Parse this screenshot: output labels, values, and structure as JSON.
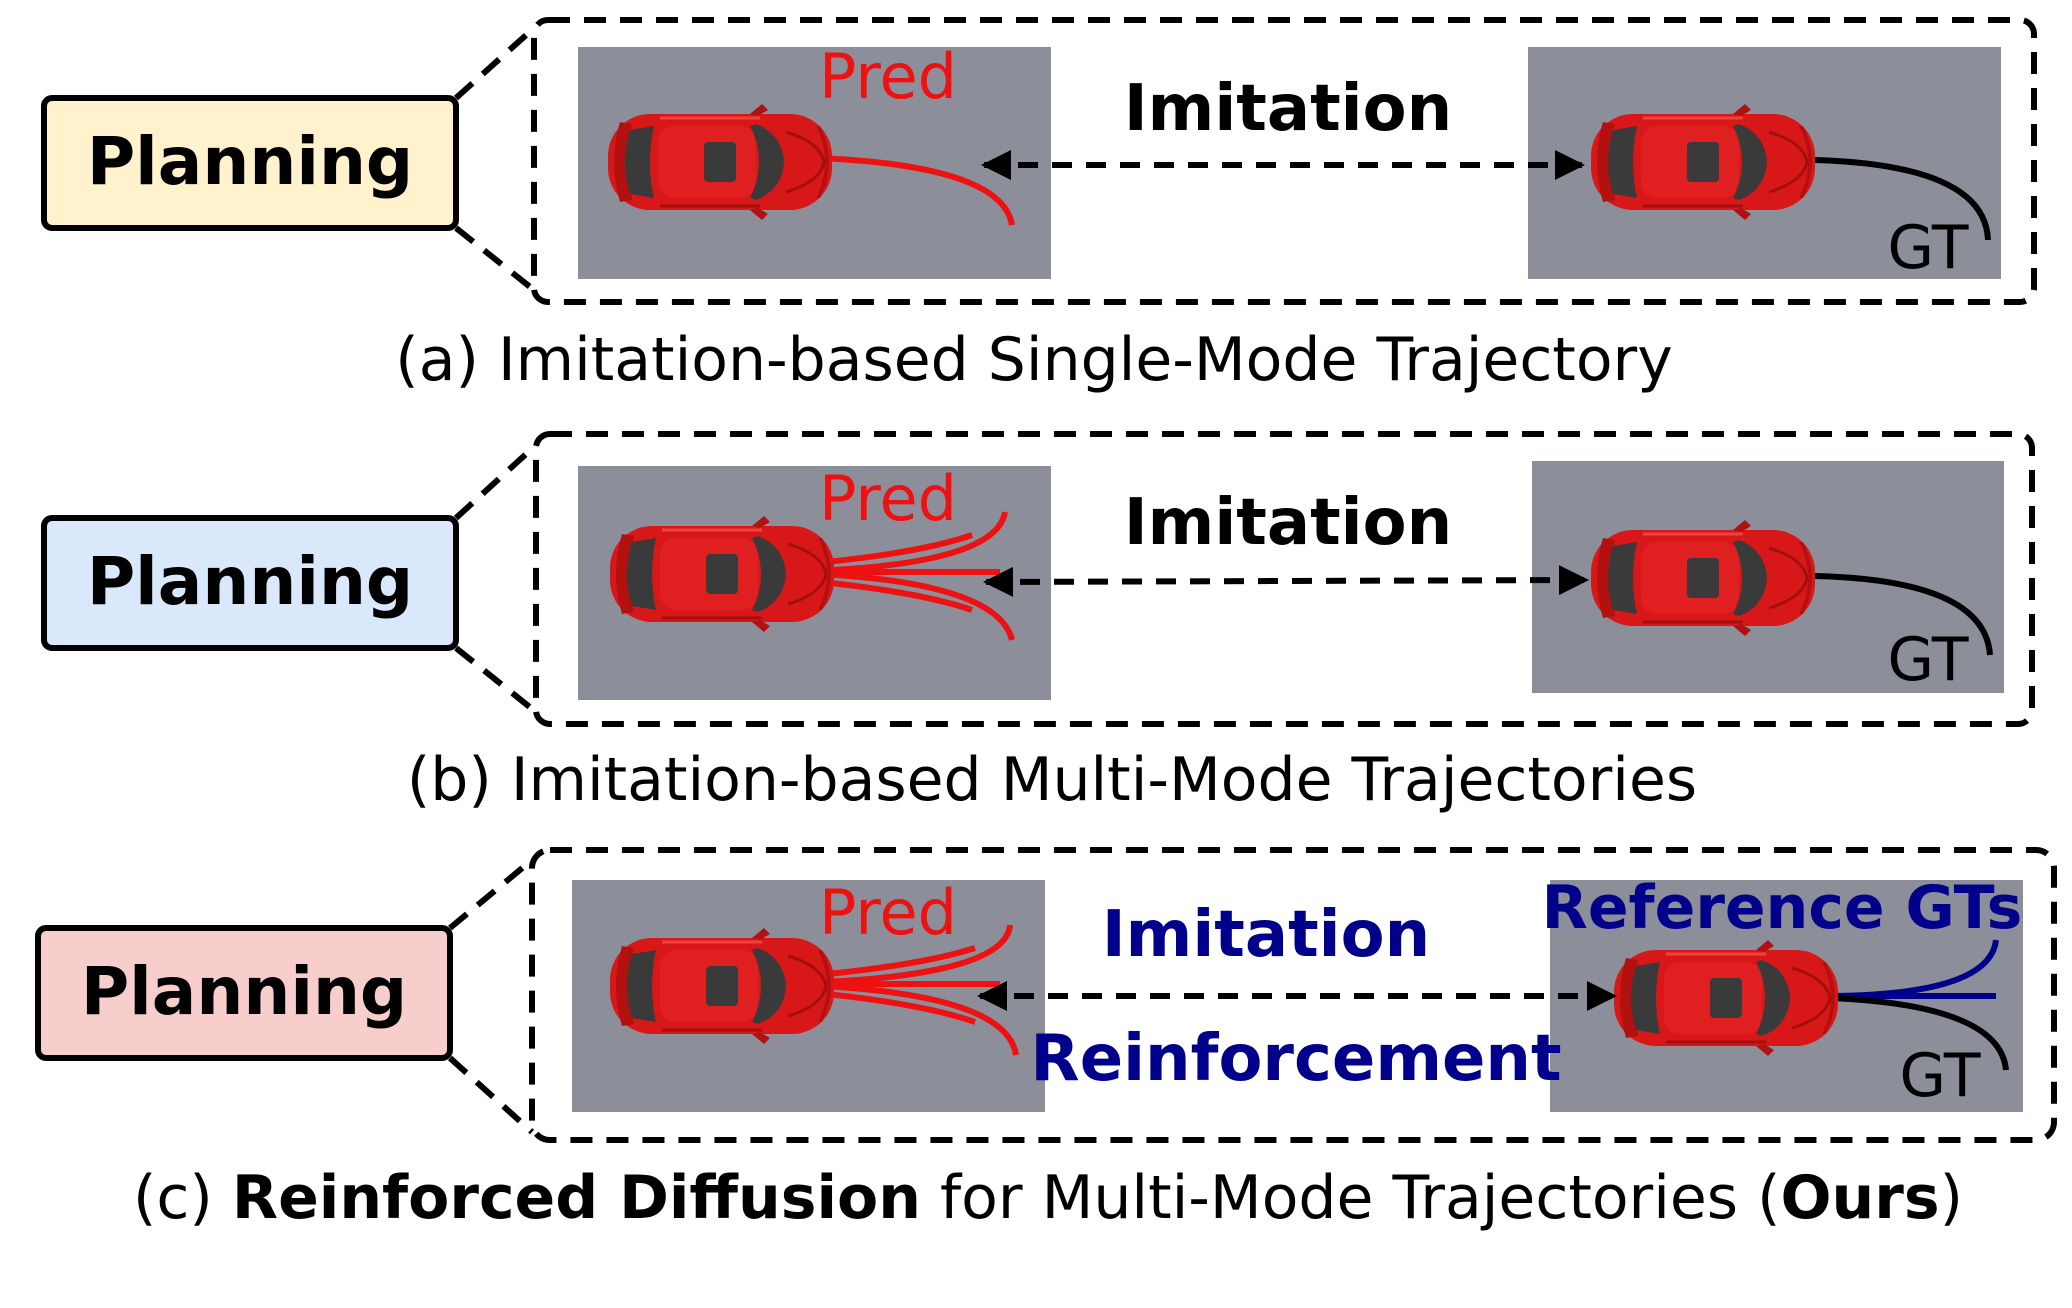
{
  "colors": {
    "beige": "#FFF2CC",
    "light_blue": "#DAE8FC",
    "light_red": "#F8CECC",
    "road": "#8C8F99",
    "pred": "#EE1111",
    "gt": "#000000",
    "reference": "#00008B",
    "car_red": "#E01515",
    "car_glass": "#3A3A3A"
  },
  "rows": [
    {
      "box_label": "Planning",
      "box_color": "#FFF2CC",
      "pred_label": "Pred",
      "arrow_label": "Imitation",
      "gt_label": "GT",
      "caption_prefix": "(a) ",
      "caption_text": "Imitation-based Single-Mode Trajectory"
    },
    {
      "box_label": "Planning",
      "box_color": "#DAE8FC",
      "pred_label": "Pred",
      "arrow_label": "Imitation",
      "gt_label": "GT",
      "caption_prefix": "(b) ",
      "caption_text": "Imitation-based Multi-Mode Trajectories"
    },
    {
      "box_label": "Planning",
      "box_color": "#F8CECC",
      "pred_label": "Pred",
      "arrow_label": "Imitation",
      "arrow_label_2": "Reinforcement",
      "gt_label": "GT",
      "ref_label": "Reference GTs",
      "caption_prefix": "(c) ",
      "caption_bold_1": "Reinforced Diffusion",
      "caption_mid": " for Multi-Mode Trajectories (",
      "caption_bold_2": "Ours",
      "caption_end": ")"
    }
  ]
}
